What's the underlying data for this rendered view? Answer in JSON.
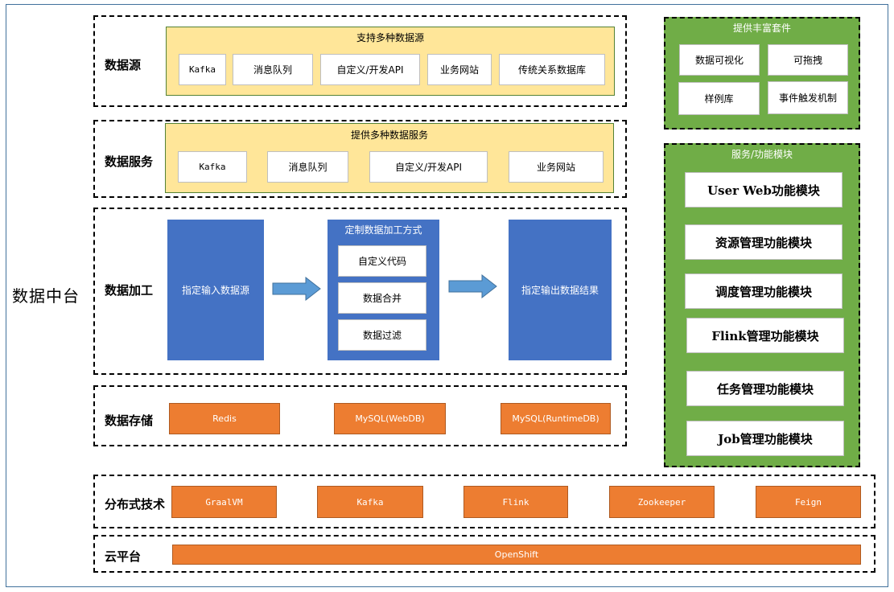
{
  "title": "数据中台",
  "layers": {
    "data_source": {
      "label": "数据源",
      "panel_title": "支持多种数据源",
      "items": [
        "Kafka",
        "消息队列",
        "自定义/开发API",
        "业务网站",
        "传统关系数据库"
      ]
    },
    "data_service": {
      "label": "数据服务",
      "panel_title": "提供多种数据服务",
      "items": [
        "Kafka",
        "消息队列",
        "自定义/开发API",
        "业务网站"
      ]
    },
    "data_processing": {
      "label": "数据加工",
      "input": "指定输入数据源",
      "custom_title": "定制数据加工方式",
      "custom_items": [
        "自定义代码",
        "数据合并",
        "数据过滤"
      ],
      "output": "指定输出数据结果"
    },
    "data_storage": {
      "label": "数据存储",
      "items": [
        "Redis",
        "MySQL(WebDB)",
        "MySQL(RuntimeDB)"
      ]
    },
    "distributed": {
      "label": "分布式技术",
      "items": [
        "GraalVM",
        "Kafka",
        "Flink",
        "Zookeeper",
        "Feign"
      ]
    },
    "cloud": {
      "label": "云平台",
      "items": [
        "OpenShift"
      ]
    }
  },
  "suite": {
    "title": "提供丰富套件",
    "items": [
      "数据可视化",
      "可拖拽",
      "样例库",
      "事件触发机制"
    ]
  },
  "modules": {
    "title": "服务/功能模块",
    "items": [
      "User Web功能模块",
      "资源管理功能模块",
      "调度管理功能模块",
      "Flink管理功能模块",
      "任务管理功能模块",
      "Job管理功能模块"
    ]
  },
  "colors": {
    "yellow": "#ffe699",
    "blue": "#4472c4",
    "orange": "#ed7d31",
    "green": "#70ad47",
    "arrow": "#5b9bd5"
  }
}
